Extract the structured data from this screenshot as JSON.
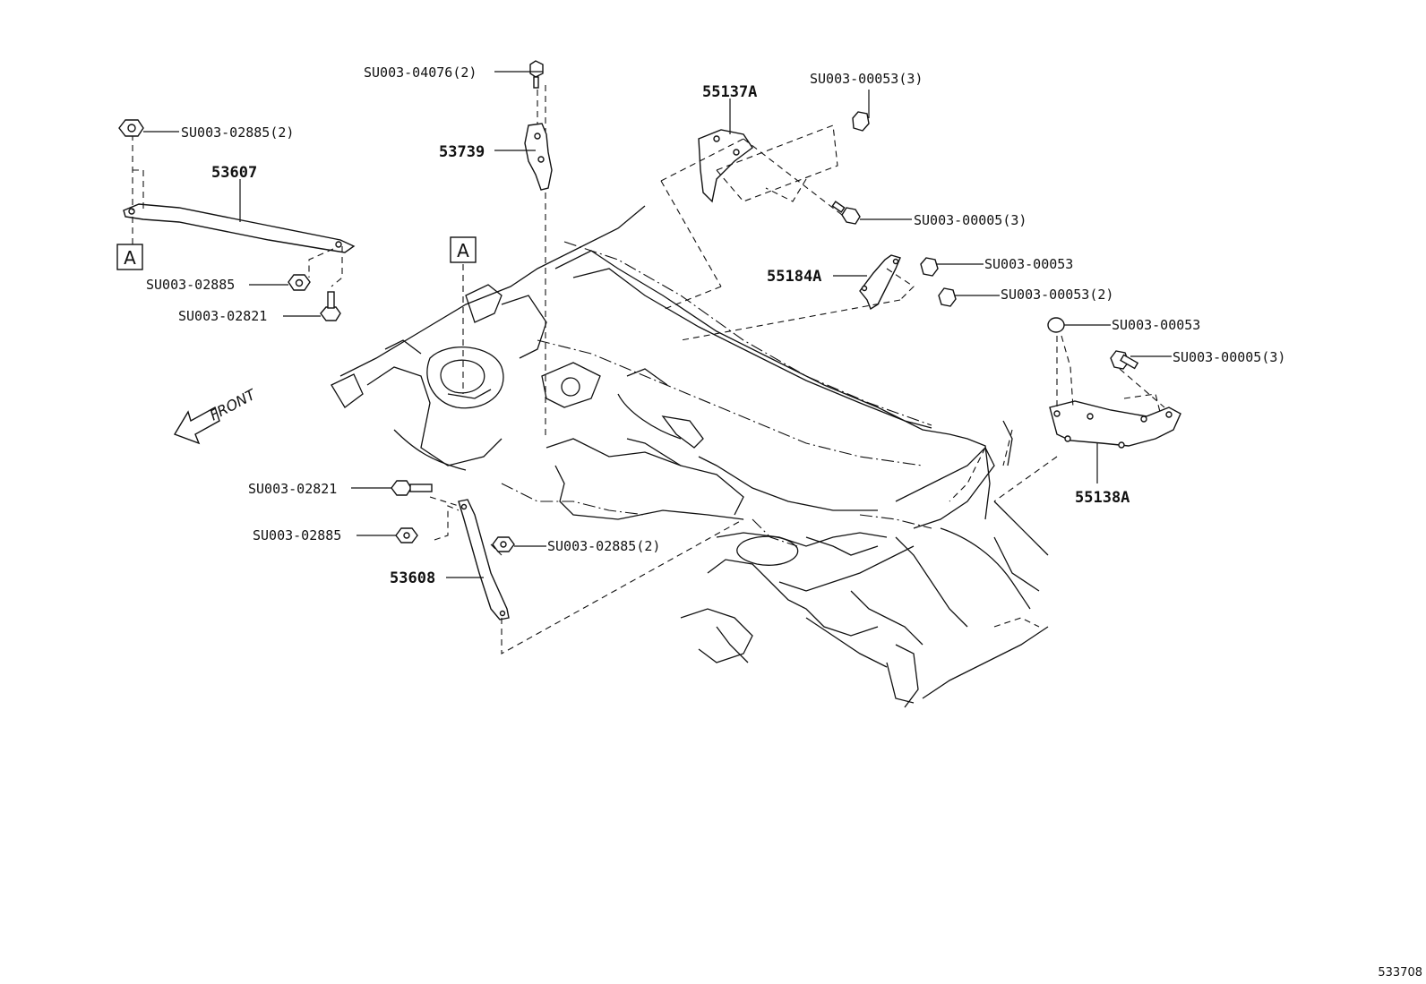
{
  "diagram": {
    "callouts": {
      "su003_04076": "SU003-04076(2)",
      "p53739": "53739",
      "su003_02885_2_top": "SU003-02885(2)",
      "p53607": "53607",
      "su003_02885_a": "SU003-02885",
      "su003_02821_a": "SU003-02821",
      "p55137a": "55137A",
      "su003_00053_3": "SU003-00053(3)",
      "su003_00005_3_top": "SU003-00005(3)",
      "p55184a": "55184A",
      "su003_00053_a": "SU003-00053",
      "su003_00053_2": "SU003-00053(2)",
      "su003_00053_b": "SU003-00053",
      "su003_00005_3_right": "SU003-00005(3)",
      "p55138a": "55138A",
      "su003_02821_b": "SU003-02821",
      "su003_02885_b": "SU003-02885",
      "su003_02885_2_low": "SU003-02885(2)",
      "p53608": "53608"
    },
    "ref_box_left": "A",
    "ref_box_center": "A",
    "front_label": "FRONT",
    "illustration_id": "533708"
  }
}
